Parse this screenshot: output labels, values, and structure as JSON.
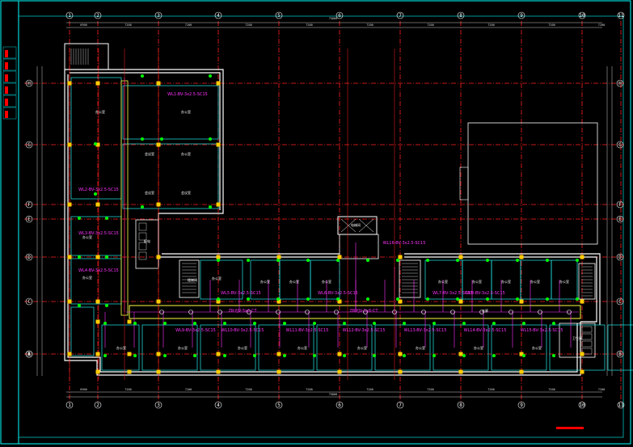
{
  "colors": {
    "background": "#000000",
    "grid": "#ff2020",
    "wall": "#ffffff",
    "frame": "#00ffff",
    "circuit": "#ff33ff",
    "lamp": "#00ff00",
    "corridor": "#ffff44",
    "room_outline": "#22e8e8",
    "column": "#ffcc00",
    "stamp": "#ff0000"
  },
  "grid": {
    "top_axes": [
      "1",
      "2",
      "3",
      "4",
      "5",
      "6",
      "7",
      "8",
      "9",
      "10",
      "11"
    ],
    "bottom_axes": [
      "1",
      "2",
      "3",
      "4",
      "5",
      "6",
      "7",
      "8",
      "9",
      "10",
      "11"
    ],
    "left_axes": [
      "H",
      "G",
      "F",
      "E",
      "D",
      "C",
      "B",
      "A"
    ],
    "right_axes": [
      "H",
      "G",
      "F",
      "E",
      "D",
      "C",
      "B",
      "A"
    ]
  },
  "dimensions": {
    "top_total": "75000",
    "bottom_total": "75000",
    "top_spans": [
      "6900",
      "7200",
      "7200",
      "7200",
      "7200",
      "7200",
      "7200",
      "7200",
      "7200",
      "7200"
    ],
    "bottom_spans": [
      "6900",
      "7200",
      "7200",
      "7200",
      "7200",
      "7200",
      "7200",
      "7200",
      "7200",
      "7200"
    ]
  },
  "room_labels": [
    "办公室",
    "办公室",
    "会议室",
    "办公室",
    "会议室",
    "会议室",
    "办公室",
    "办公室",
    "办公室",
    "办公室",
    "办公室",
    "办公室",
    "办公室",
    "办公室",
    "办公室",
    "办公室",
    "办公室",
    "办公室",
    "办公室",
    "办公室",
    "办公室",
    "办公室",
    "办公室",
    "办公室",
    "办公室",
    "卫生间",
    "楼梯间",
    "电梯间",
    "配电",
    "走廊"
  ],
  "circuit_labels": [
    "ZR-YJV-5x6-CT",
    "ZR-YJV-5x6-CT",
    "WL1-BV-3x2.5-SC15",
    "WL2-BV-3x2.5-SC15",
    "WL3-BV-3x2.5-SC15",
    "WL4-BV-3x2.5-SC15",
    "WL5-BV-3x2.5-SC15",
    "WL6-BV-3x2.5-SC15",
    "WL7-BV-3x2.5-SC15",
    "WL8-BV-3x2.5-SC15",
    "WL9-BV-3x2.5-SC15",
    "WL10-BV-3x2.5-SC15",
    "WL11-BV-3x2.5-SC15",
    "WL12-BV-3x2.5-SC15",
    "WL13-BV-3x2.5-SC15",
    "WL14-BV-3x2.5-SC15",
    "WL15-BV-3x2.5-SC15",
    "WL16-BV-3x2.5-SC15"
  ]
}
